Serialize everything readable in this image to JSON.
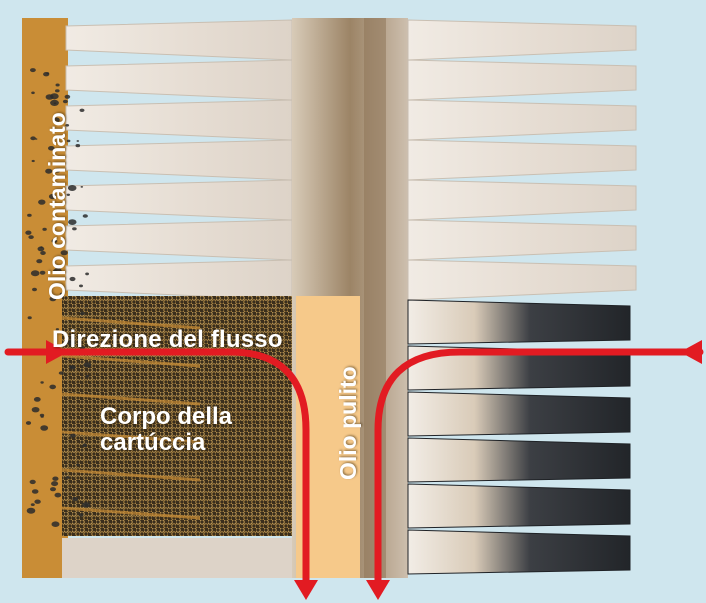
{
  "labels": {
    "contaminated_oil": "Olio contaminato",
    "flow_direction": "Direzione del flusso",
    "clean_oil": "Olio pulito",
    "cartridge_body_line1": "Corpo della",
    "cartridge_body_line2": "cartúccia"
  },
  "colors": {
    "background": "#cfe6ee",
    "contaminated_oil": "#c98d36",
    "clean_oil": "#f6c98a",
    "filter_media": "#e7e0d8",
    "flow_arrow": "#e21b22",
    "dirt": "#2b2b2b"
  }
}
